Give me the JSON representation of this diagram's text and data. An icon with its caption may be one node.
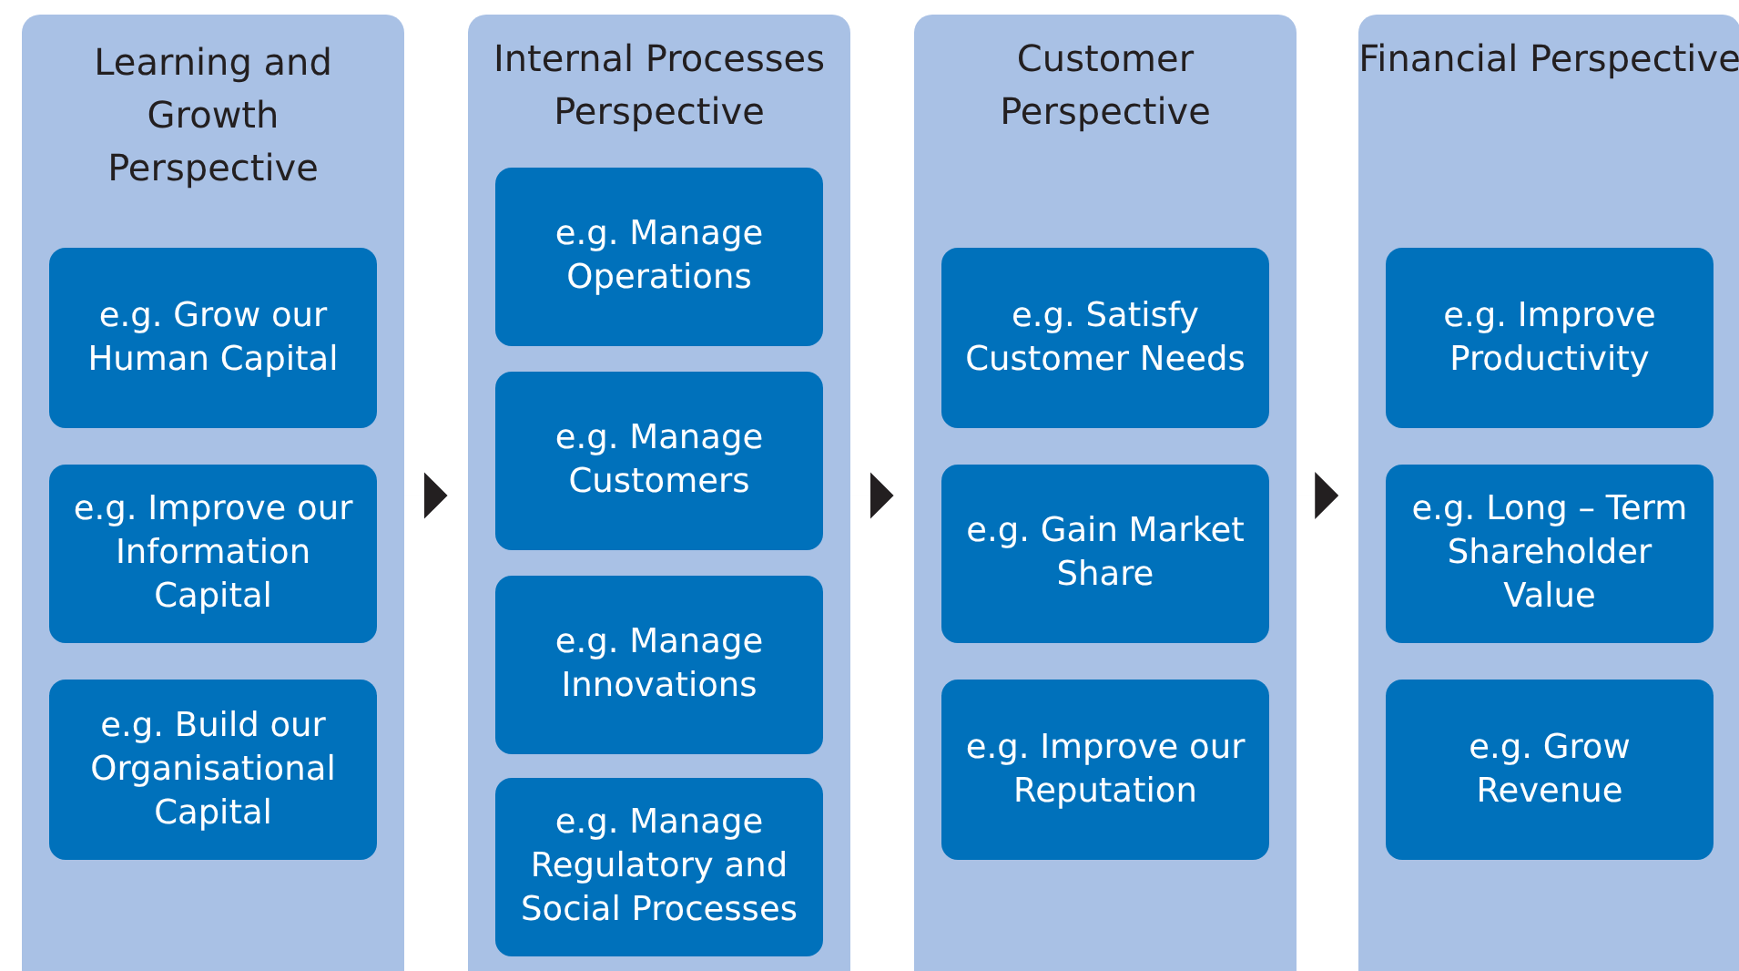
{
  "diagram": {
    "nodes": [
      {
        "text": [
          "Learning and Growth Perspective"
        ]
      },
      {
        "text": [
          "e.g. Grow our Human Capital"
        ],
        "in": 0
      },
      {
        "text": [
          "e.g. Improve our Information Capital"
        ],
        "in": 0
      },
      {
        "text": [
          "e.g. Build our Organisational Capital"
        ],
        "in": 0
      },
      {
        "text": [
          "Internal Processes Perspective"
        ]
      },
      {
        "text": [
          "e.g. Manage Operations"
        ],
        "in": 4
      },
      {
        "text": [
          "e.g. Manage Customers"
        ],
        "in": 4
      },
      {
        "text": [
          "e.g. Manage Innovations"
        ],
        "in": 4
      },
      {
        "text": [
          "e.g. Manage Regulatory and Social Processes"
        ],
        "in": 4
      },
      {
        "text": [
          "Customer Perspective"
        ]
      },
      {
        "text": [
          "e.g. Satisfy Customer Needs"
        ],
        "in": 9
      },
      {
        "text": [
          "e.g. Gain Market Share"
        ],
        "in": 9
      },
      {
        "text": [
          "e.g. Improve our Reputation"
        ],
        "in": 9
      },
      {
        "text": [
          "Financial Perspective"
        ]
      },
      {
        "text": [
          "e.g. Improve Productivity"
        ],
        "in": 13
      },
      {
        "text": [
          "e.g. Long – Term Shareholder Value"
        ],
        "in": 13
      },
      {
        "text": [
          "e.g. Grow Revenue"
        ],
        "in": 13
      }
    ],
    "edges": [
      {
        "from": 0,
        "to": 4,
        "arrow": "to"
      },
      {
        "from": 4,
        "to": 9,
        "arrow": "to"
      },
      {
        "from": 9,
        "to": 13,
        "arrow": "to"
      }
    ]
  }
}
